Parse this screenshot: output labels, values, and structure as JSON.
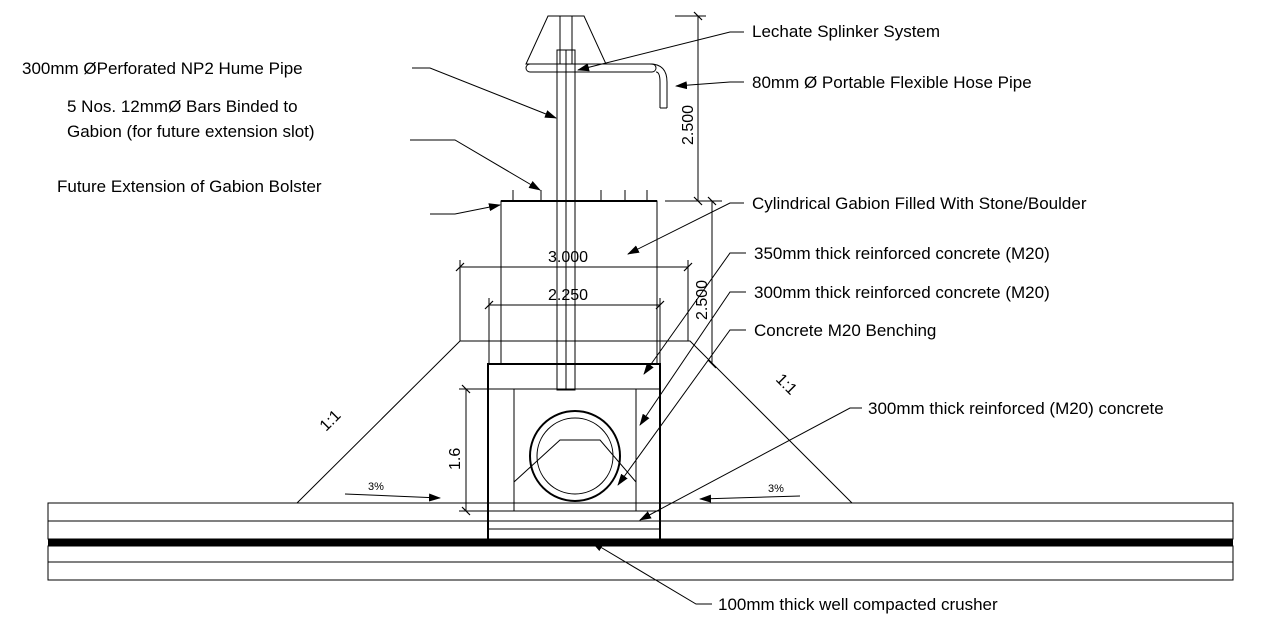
{
  "labels": {
    "lechate_splinker": "Lechate Splinker System",
    "perforated_pipe": "300mm ØPerforated NP2 Hume Pipe",
    "hose_pipe": "80mm Ø Portable Flexible Hose Pipe",
    "bars_line1": "5 Nos. 12mmØ  Bars Binded to",
    "bars_line2": "Gabion (for future extension slot)",
    "future_extension": "Future Extension of Gabion Bolster",
    "cylindrical_gabion": "Cylindrical Gabion Filled With Stone/Boulder",
    "concrete_350": "350mm thick reinforced concrete (M20)",
    "concrete_300": "300mm thick reinforced concrete (M20)",
    "benching": "Concrete M20 Benching",
    "concrete_300_bottom": "300mm thick reinforced (M20) concrete",
    "crusher": "100mm thick well compacted crusher"
  },
  "dimensions": {
    "height_top": "2.500",
    "height_gabion": "2.500",
    "width_outer": "3.000",
    "width_inner": "2.250",
    "height_chamber": "1.6"
  },
  "slopes": {
    "left_ratio": "1:1",
    "right_ratio": "1:1",
    "left_grade": "3%",
    "right_grade": "3%"
  }
}
